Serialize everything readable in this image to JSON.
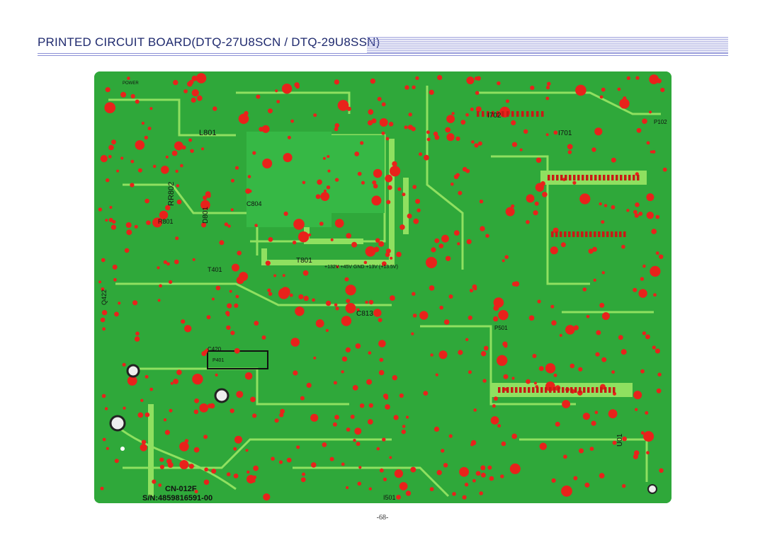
{
  "page": {
    "title": "PRINTED CIRCUIT BOARD(DTQ-27U8SCN / DTQ-29U8SSN)",
    "page_number": "-68-"
  },
  "pcb": {
    "board_label": "CN-012F",
    "serial": "S/N:4859816591-00",
    "labels": {
      "l801": "L801",
      "c804": "C804",
      "t801": "T801",
      "t401": "T401",
      "r801": "R801",
      "c813": "C813",
      "c420": "C420",
      "i501": "I501",
      "i701": "I701",
      "i702": "I702",
      "p102": "P102",
      "p401": "P401",
      "p501": "P501",
      "q422": "Q422",
      "rr802": "RR802",
      "d801": "D801",
      "u01": "U01",
      "power": "POWER",
      "voltages": "+132V  +45V GND  +13V  (+13.5V)"
    },
    "colors": {
      "board": "#2fa83a",
      "trace": "#8fe060",
      "pad": "#e8221b",
      "text": "#111111",
      "title": "#1f2a6e"
    }
  }
}
